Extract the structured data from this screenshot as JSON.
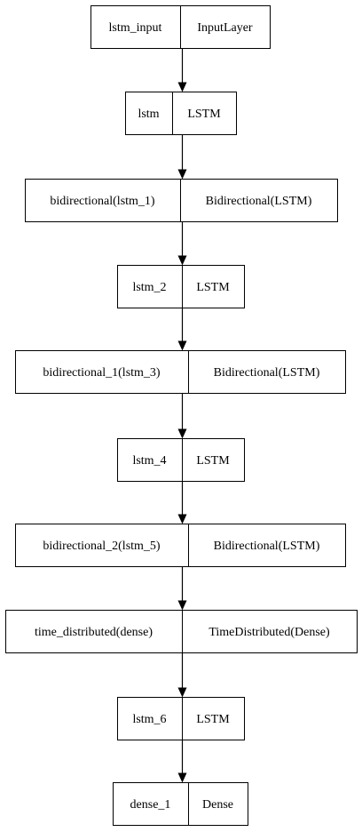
{
  "diagram": {
    "nodes": [
      {
        "id": "n0",
        "name": "lstm_input",
        "type": "InputLayer"
      },
      {
        "id": "n1",
        "name": "lstm",
        "type": "LSTM"
      },
      {
        "id": "n2",
        "name": "bidirectional(lstm_1)",
        "type": "Bidirectional(LSTM)"
      },
      {
        "id": "n3",
        "name": "lstm_2",
        "type": "LSTM"
      },
      {
        "id": "n4",
        "name": "bidirectional_1(lstm_3)",
        "type": "Bidirectional(LSTM)"
      },
      {
        "id": "n5",
        "name": "lstm_4",
        "type": "LSTM"
      },
      {
        "id": "n6",
        "name": "bidirectional_2(lstm_5)",
        "type": "Bidirectional(LSTM)"
      },
      {
        "id": "n7",
        "name": "time_distributed(dense)",
        "type": "TimeDistributed(Dense)"
      },
      {
        "id": "n8",
        "name": "lstm_6",
        "type": "LSTM"
      },
      {
        "id": "n9",
        "name": "dense_1",
        "type": "Dense"
      }
    ],
    "edges": [
      {
        "from": "n0",
        "to": "n1"
      },
      {
        "from": "n1",
        "to": "n2"
      },
      {
        "from": "n2",
        "to": "n3"
      },
      {
        "from": "n3",
        "to": "n4"
      },
      {
        "from": "n4",
        "to": "n5"
      },
      {
        "from": "n5",
        "to": "n6"
      },
      {
        "from": "n6",
        "to": "n7"
      },
      {
        "from": "n7",
        "to": "n8"
      },
      {
        "from": "n8",
        "to": "n9"
      }
    ],
    "colors": {
      "line": "#000000",
      "box_fill": "#ffffff",
      "text": "#000000"
    }
  }
}
